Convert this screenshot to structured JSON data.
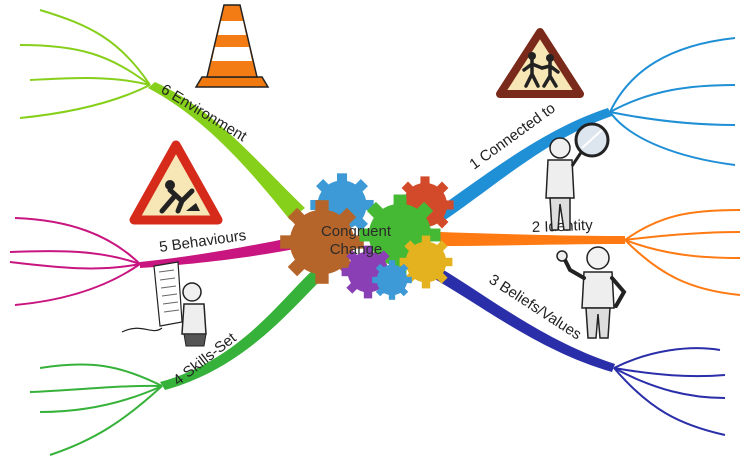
{
  "central_topic": {
    "line1": "Congruent",
    "line2": "Change"
  },
  "branches": [
    {
      "label": "1 Connected to",
      "color": "#1f8fd6",
      "icon": "pedestrian-crossing-sign-icon"
    },
    {
      "label": "2 Identity",
      "color": "#ff7a12",
      "icon": "thumbs-up-figure-icon"
    },
    {
      "label": "3 Beliefs/Values",
      "color": "#2a2ea8",
      "icon": ""
    },
    {
      "label": "4 Skills-Set",
      "color": "#36b23a",
      "icon": ""
    },
    {
      "label": "5 Behaviours",
      "color": "#c8157f",
      "icon": "figure-reading-list-icon"
    },
    {
      "label": "6 Environment",
      "color": "#86cf1a",
      "icon": "traffic-cone-icon"
    }
  ],
  "extra_icons": [
    "roadworks-sign-icon",
    "magnifier-figure-icon"
  ],
  "gear_colors": [
    "#b5652a",
    "#3d9ad6",
    "#45b834",
    "#8a3fb4",
    "#e5b21f",
    "#d34a2a"
  ]
}
